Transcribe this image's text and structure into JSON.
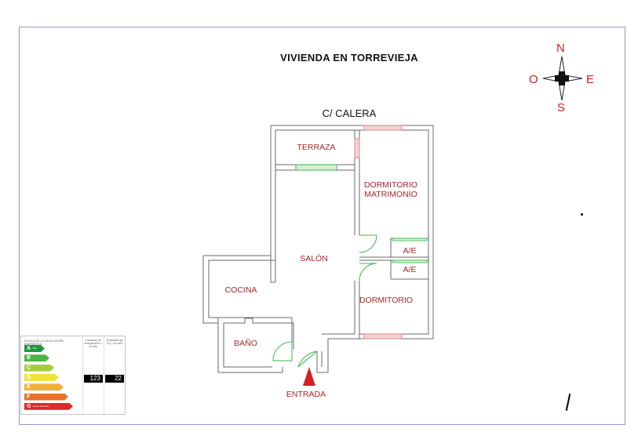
{
  "header": {
    "title": "VIVIENDA EN TORREVIEJA",
    "street": "C/ CALERA"
  },
  "compass": {
    "north": "N",
    "south": "S",
    "east": "E",
    "west": "O"
  },
  "rooms": {
    "terraza": "TERRAZA",
    "dormitorio_matrimonio": "DORMITORIO MATRIMONIO",
    "ae_1": "A/E",
    "ae_2": "A/E",
    "salon": "SALÓN",
    "cocina": "COCINA",
    "dormitorio": "DORMITORIO",
    "bano": "BAÑO",
    "entrada": "ENTRADA"
  },
  "energy_certificate": {
    "header_scale": "ESCALA DE LA CALIFICACIÓN ENERGÉTICA",
    "header_consumption": "Consumo de energía kW h / m² año",
    "header_emissions": "Emisiones kg CO₂ / m² año",
    "grades": [
      {
        "letter": "A",
        "note": "más eficiente",
        "color": "#1a9a3c"
      },
      {
        "letter": "B",
        "note": "",
        "color": "#4fb347"
      },
      {
        "letter": "C",
        "note": "",
        "color": "#a4cd3c"
      },
      {
        "letter": "D",
        "note": "",
        "color": "#eee23a"
      },
      {
        "letter": "E",
        "note": "",
        "color": "#f0b13a"
      },
      {
        "letter": "F",
        "note": "",
        "color": "#e8702b"
      },
      {
        "letter": "G",
        "note": "menos eficiente",
        "color": "#dd2a2a"
      }
    ],
    "rating_grade": "D",
    "consumption_value": "123",
    "emissions_value": "22"
  },
  "colors": {
    "wall": "#6a6a6a",
    "room_label": "#a8262a",
    "door": "#3cb44b",
    "window_red": "#d98a8a",
    "accent": "#c81e1e"
  }
}
